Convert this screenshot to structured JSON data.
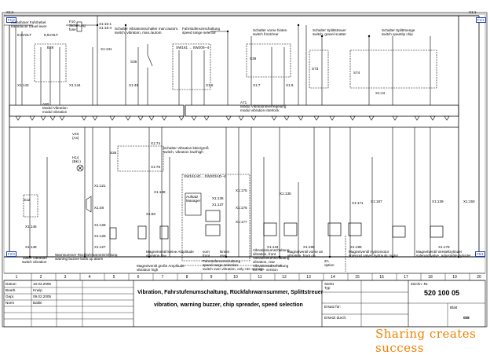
{
  "sheet": {
    "corner_left": "X1:1",
    "corner_right": "X1:1",
    "refs": {
      "top_left": "F1/2",
      "top_right": "F1/1",
      "bottom_left": "F2/3",
      "bottom_right": "F5/1"
    }
  },
  "labels": {
    "tachometer": "Aufnehmer Fahrhebel\ntransducer travel lever",
    "fuse": "F10\nSicherung\nfuse",
    "x15": "X1:15-1\nX1:15-4",
    "schalter_manuell": "Schalter Vibrationsschalter man./autom.\nswitch, vibration, man./autom.",
    "fahrstufen": "Fahrstufenumschaltung\nspeed range selector",
    "schalter_vorne": "Schalter vorne hinten\nswitch front/rear",
    "splittstreuer": "Schalter Splittstreuer\nswitch, gravel scatter",
    "splittmenge": "Schalter Splittmenge\nswitch quantity chip",
    "v85": "8,5VOLT",
    "v85b": "8,5VOLT",
    "modul_a": "A60\nModul Vibration\nmodul vibration",
    "modul_b": "A71\nModul Vibrationsverregelung\nmodul vibration interlock",
    "schalter_klein": "Schalter Vibration klein/groß\nswitch, vibration low/high",
    "sw_top": "SW161 ... SW205--4",
    "sw_mid": "SW161AD....SW203AD--4",
    "aufsatz": "Aufsatz\nManager",
    "taster": "Taster Vibration\nswitch vibration",
    "warn": "Warnsummer Rückfahrwarneinrichtung\nwarning buzzer back up alarm",
    "mv_klein": "Magnetventil kleine Amplitude\nvibration low",
    "mv_gross": "Magnetventil große Amplitude\nvibration high",
    "vorn_hinten": "vorn          hinten\nfront          rear",
    "fahrstufen_sv": "Fahrstufenumschaltung\nspeed range selection",
    "vib_vorne": "Vibrationsumschaltung\nvibration, front",
    "vib_hinten": "Vibrationsumschaltung\nvibration, rear",
    "vib_ad": "Vibrationsabschaltung\nfor AD - version",
    "mv_vorne": "Magnetventil vorne an\nvibration, front on",
    "mv_hydro": "Magnetventil Hydromotor\nsolenoid valve, hydraulic motor",
    "mv_zyl": "Magnetventil Verstellzylinder\nsolenoid valve, adjustable zylinder",
    "za": "ZA\noption",
    "ad_note": "switch over vibration, only AD--version",
    "s12": "S12",
    "s35": "S35",
    "s36": "S36",
    "s38": "S38",
    "s73": "S73",
    "s74": "S74",
    "h14": "H14\n(Bkl.)",
    "v43": "V43\n(Ax)",
    "b28": "B28"
  },
  "terminals": [
    "X1:143",
    "X1:144",
    "X1:131",
    "X1:49",
    "X1:6",
    "X1:7",
    "X1:9",
    "X1:13",
    "X1:135",
    "X1:136",
    "X1:137",
    "X1:74",
    "X1:75",
    "X1:121",
    "X1:48",
    "X1:145",
    "X1:148",
    "X1:171",
    "X1:187",
    "X1:139",
    "X1:134",
    "X1:196",
    "X1:198",
    "X1:179",
    "X1:80",
    "X1:175",
    "X1:176",
    "X1:177",
    "X1:138",
    "X1:128",
    "X1:126",
    "X1:127",
    "X1:150"
  ],
  "column_numbers": [
    "1",
    "2",
    "3",
    "4",
    "5",
    "6",
    "7",
    "8",
    "9",
    "10",
    "11",
    "12",
    "13",
    "14",
    "15",
    "16",
    "17",
    "18",
    "19",
    "20"
  ],
  "title_block": {
    "datum_label": "Datum",
    "datum": "10.02.2005",
    "bearb": "Bearb.",
    "bearb_name": "Kneip",
    "gepr_label": "Gepr.",
    "gepr": "09.02.2005",
    "norm_label": "Norm",
    "norm": "Baltin",
    "title_de": "Vibration, Fahrstufenumschaltung, Rückfahrwarnsummer, Splittstreuer",
    "title_en": "vibration, warning buzzer, chip spreader, speed selection",
    "zeichnung_label": "Zeichn.-Nr.",
    "zeichnung": "520 100 05",
    "ersatz_label": "Ersatz für:",
    "ersetzt_label": "Ersetzt durch:",
    "blatt_label": "Blatt",
    "blatt": "008",
    "status": "Sterkt\nTyp"
  },
  "watermark": "Sharing creates success",
  "colors": {
    "line": "#000000",
    "ref": "#1a3fb3",
    "watermark": "#f08000"
  }
}
